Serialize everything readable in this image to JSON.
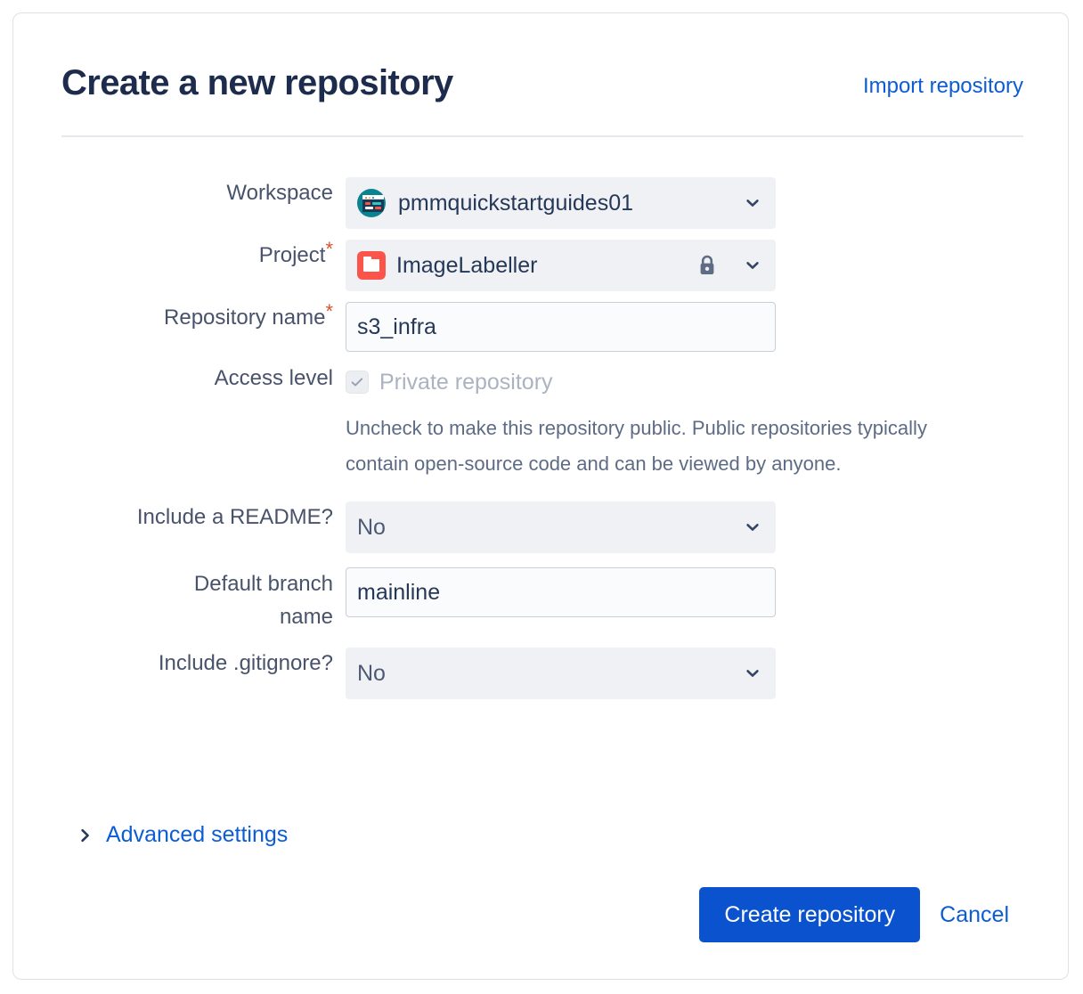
{
  "header": {
    "title": "Create a new repository",
    "import_link": "Import repository"
  },
  "form": {
    "workspace": {
      "label": "Workspace",
      "value": "pmmquickstartguides01",
      "avatar_icon": "workspace-avatar-icon",
      "chevron_icon": "chevron-down-icon"
    },
    "project": {
      "label": "Project",
      "required_marker": "*",
      "value": "ImageLabeller",
      "project_icon": "project-folder-icon",
      "lock_icon": "lock-icon",
      "chevron_icon": "chevron-down-icon"
    },
    "repository_name": {
      "label": "Repository name",
      "required_marker": "*",
      "value": "s3_infra",
      "placeholder": ""
    },
    "access_level": {
      "label": "Access level",
      "checkbox_label": "Private repository",
      "checkbox_checked": true,
      "check_icon": "check-icon",
      "help_text": "Uncheck to make this repository public. Public repositories typically contain open-source code and can be viewed by anyone."
    },
    "include_readme": {
      "label": "Include a README?",
      "value": "No",
      "chevron_icon": "chevron-down-icon"
    },
    "default_branch_name": {
      "label_line1": "Default branch",
      "label_line2": "name",
      "value": "mainline",
      "placeholder": ""
    },
    "include_gitignore": {
      "label": "Include .gitignore?",
      "value": "No",
      "chevron_icon": "chevron-down-icon"
    }
  },
  "advanced_settings": {
    "label": "Advanced settings",
    "chevron_icon": "chevron-right-icon",
    "expanded": false
  },
  "footer": {
    "create_label": "Create repository",
    "cancel_label": "Cancel"
  },
  "colors": {
    "link": "#0B5CD5",
    "primary_button": "#0B53CE",
    "title": "#1D2B4D",
    "label": "#48536B",
    "required": "#DE4F31",
    "project_icon": "#FB544B",
    "avatar": "#0A8390",
    "select_bg": "#F0F1F4",
    "input_bg": "#FAFBFC",
    "input_border": "#C9CED8",
    "card_border": "#DFE1E6",
    "divider": "#E6E8ED",
    "disabled_text": "#ABB3C1",
    "help_text": "#5E6B85",
    "lock_icon": "#5E6C84"
  }
}
